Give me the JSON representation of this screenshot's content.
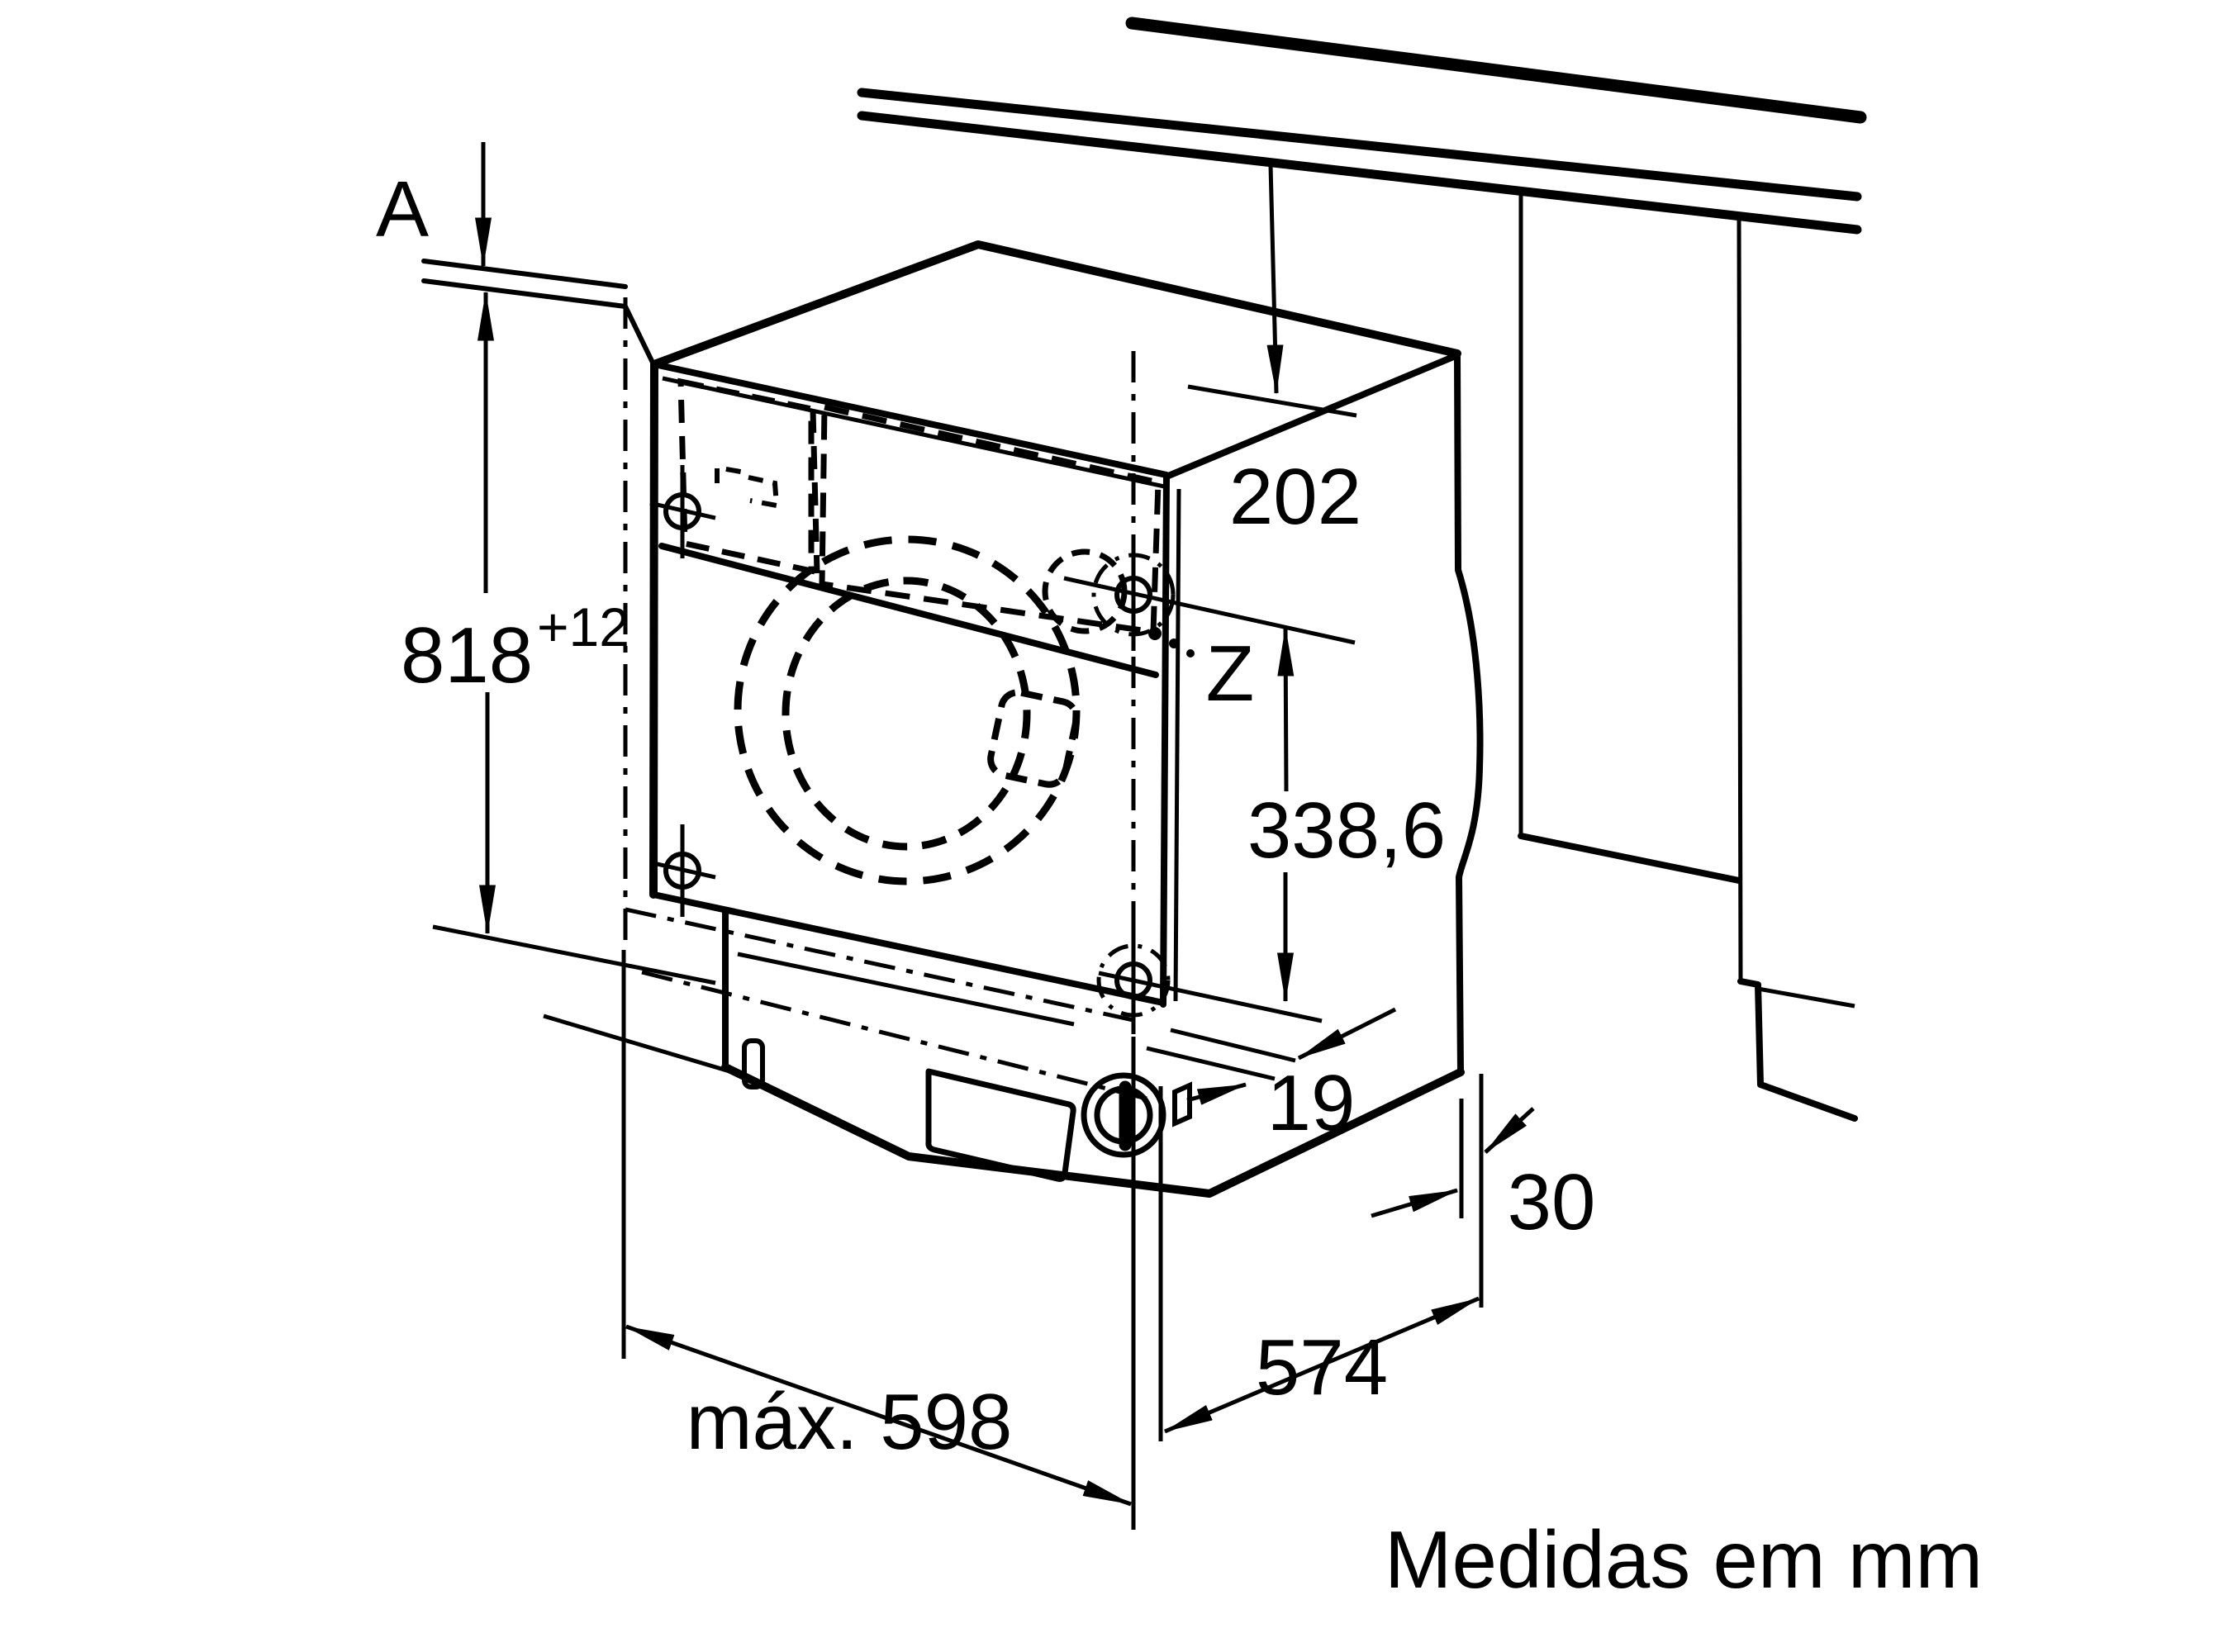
{
  "drawing": {
    "type": "appliance-installation-dimension-drawing",
    "unit_note": "Medidas em mm",
    "labels": {
      "worktop_thickness": "A",
      "hinge_point": "Z"
    },
    "dimensions": {
      "niche_height": "818",
      "niche_height_tolerance": "+12",
      "top_clearance": "202",
      "hinge_spacing": "338,6",
      "door_gap": "19",
      "side_gap": "30",
      "depth": "574",
      "width_max": "máx. 598"
    },
    "colors": {
      "line": "#000000",
      "background": "#ffffff"
    }
  }
}
